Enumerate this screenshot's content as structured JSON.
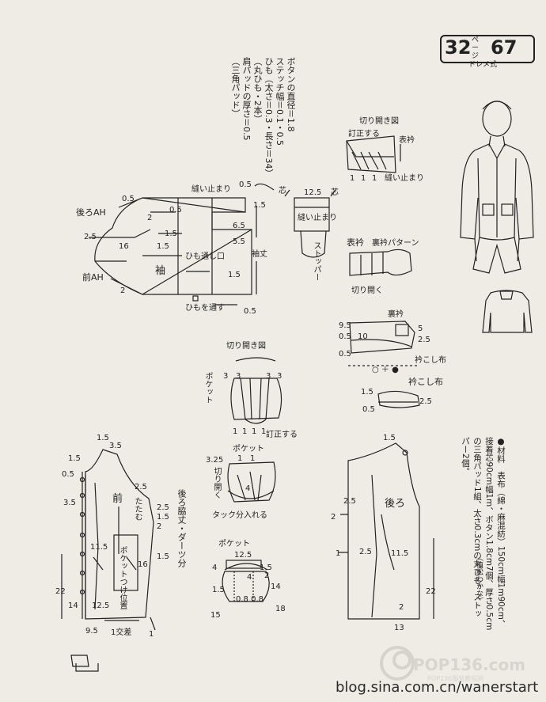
{
  "badge": {
    "page": "32",
    "page_word": "ページ",
    "number": "67",
    "style": "ドレメ式"
  },
  "notes_top": [
    "ボタンの直径＝1.8",
    "ステッチ幅＝0.1・0.5",
    "ひも（太さ＝0.3・長さ＝34）",
    "（丸ひも・2本）",
    "肩パッドの厚さ＝0.5",
    "（三角パッド）"
  ],
  "materials": [
    "●材料　表布（綿・麻混紡）150cm幅1m90cm、",
    "接着芯90cm幅1m、ボタン1.8cm7個、厚さ0.5cm",
    "の三角パッド1組、太さ0.3cmの丸ひも、ストッ",
    "パー2個。"
  ],
  "materials_credit": "（植松わかな）",
  "sleeve": {
    "ushiro_ah": "後ろAH",
    "mae_ah": "前AH",
    "name": "袖",
    "himo_dooshi": "ひも通し口",
    "himo_wo_toosu": "ひもを通す",
    "nuidomari": "縫い止まり",
    "sodetake": "袖丈",
    "m05a": "0.5",
    "m05b": "0.5",
    "m05c": "0.5",
    "m05d": "0.5",
    "m15a": "1.5",
    "m15b": "1.5",
    "m15c": "1.5",
    "m15d": "1.5",
    "m25": "2.5",
    "m16": "16",
    "m2a": "2",
    "m2b": "2",
    "m65": "6.5",
    "m55": "5.5"
  },
  "stopper": {
    "shin": "芯",
    "m125": "12.5",
    "shin2": "芯",
    "nuidomari": "縫い止まり",
    "label": "ストッパー"
  },
  "collar_open": {
    "title": "切り開き図",
    "teisei": "訂正する",
    "omoteeri": "表衿",
    "nuidomari": "縫い止まり",
    "n1a": "1",
    "n1b": "1",
    "n1c": "1"
  },
  "collar_pattern": {
    "omoteeri": "表衿",
    "title": "裏衿パターン",
    "kiri": "切り開く"
  },
  "ura_eri": {
    "title": "裏衿",
    "m95": "9.5",
    "m10": "10",
    "m5": "5",
    "m25": "2.5",
    "m05a": "0.5",
    "m05b": "0.5",
    "kogoshi": "衿こし布",
    "marks": "○ ＋ ●"
  },
  "kogoshi": {
    "title": "衿こし布",
    "m15": "1.5",
    "m05": "0.5",
    "m25": "2.5"
  },
  "pocket_open": {
    "title": "切り開き図",
    "pocket": "ポケット",
    "n3a": "3",
    "n3b": "3",
    "n3c": "3",
    "n3d": "3",
    "n1a": "1",
    "n1b": "1",
    "n1c": "1",
    "n1d": "1",
    "teisei": "訂正する"
  },
  "pocket_tuck": {
    "title": "ポケット",
    "m325": "3.25",
    "kiri": "切り開く",
    "n1a": "1",
    "n1b": "1",
    "n4": "4",
    "tuck": "タック分入れる"
  },
  "pocket": {
    "title": "ポケット",
    "m125": "12.5",
    "n4a": "4",
    "n4b": "4",
    "m15a": "1.5",
    "m15b": "1.5",
    "m2": "2",
    "m14": "14",
    "m15c": "15",
    "m18": "18",
    "dots": "0.8 0.8"
  },
  "front": {
    "label": "前",
    "tatamu": "たたむ",
    "pocket_pos": "ポケットつけ位置",
    "m15a": "1.5",
    "m35": "3.5",
    "m15b": "1.5",
    "m05": "0.5",
    "m25": "2.5",
    "m35b": "3.5",
    "m25b": "2.5",
    "m15c": "1.5",
    "m2": "2",
    "m115": "11.5",
    "m16": "16",
    "m15d": "1.5",
    "m22": "22",
    "m14": "14",
    "m125": "12.5",
    "m95": "9.5",
    "n1": "1",
    "kousa": "1交差",
    "back_note": "後ろ脇丈・ダーツ分"
  },
  "back": {
    "label": "後ろ",
    "m15": "1.5",
    "m25": "2.5",
    "m2": "2",
    "m1": "1",
    "m25b": "2.5",
    "m115": "11.5",
    "m22": "22",
    "m2b": "2",
    "m13": "13"
  },
  "watermark": {
    "logo": "POP136.com",
    "sub": "POP136服装教程网",
    "blog": "blog.sina.com.cn/wanerstart"
  }
}
